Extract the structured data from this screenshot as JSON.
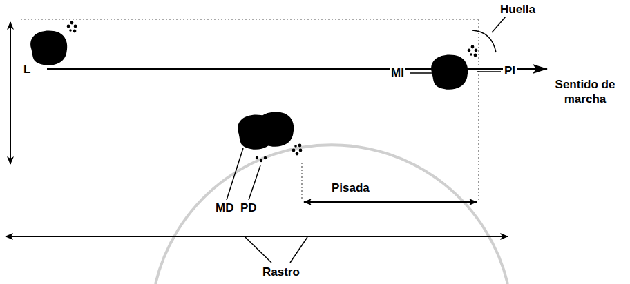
{
  "diagram": {
    "labels": [
      "Huella",
      "MI",
      "PI",
      "L",
      "Sentido de marcha",
      "MD",
      "PD",
      "Pisada",
      "Rastro"
    ]
  }
}
